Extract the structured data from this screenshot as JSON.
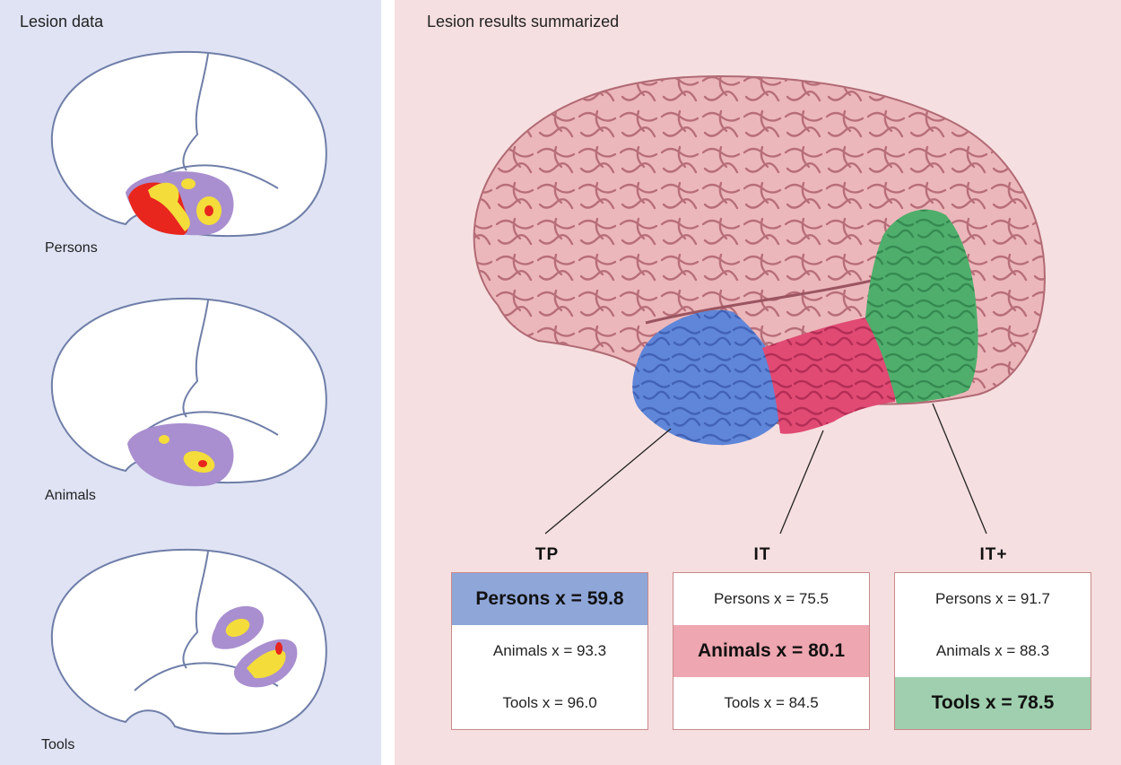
{
  "left_panel": {
    "title": "Lesion data",
    "brains": [
      {
        "label": "Persons"
      },
      {
        "label": "Animals"
      },
      {
        "label": "Tools"
      }
    ]
  },
  "right_panel": {
    "title": "Lesion results summarized",
    "regions": [
      {
        "name": "TP",
        "color": "#8fa6d8",
        "rows": [
          {
            "text": "Persons x = 59.8",
            "highlight": true
          },
          {
            "text": "Animals x = 93.3",
            "highlight": false
          },
          {
            "text": "Tools x = 96.0",
            "highlight": false
          }
        ]
      },
      {
        "name": "IT",
        "color": "#eea6b0",
        "rows": [
          {
            "text": "Persons x = 75.5",
            "highlight": false
          },
          {
            "text": "Animals x = 80.1",
            "highlight": true
          },
          {
            "text": "Tools x = 84.5",
            "highlight": false
          }
        ]
      },
      {
        "name": "IT+",
        "color": "#9fcfae",
        "rows": [
          {
            "text": "Persons x = 91.7",
            "highlight": false
          },
          {
            "text": "Animals x = 88.3",
            "highlight": false
          },
          {
            "text": "Tools x = 78.5",
            "highlight": true
          }
        ]
      }
    ]
  },
  "colors": {
    "left_background": "#dfe3f4",
    "right_background": "#f6dfe0",
    "brain_outline": "#6f7ea8",
    "lesion_purple": "#a98fcf",
    "lesion_yellow": "#f4dc3a",
    "lesion_red": "#e8261e",
    "tp_blue": "#5f86d8",
    "it_pink": "#e04a73",
    "itplus_green": "#4fae6c",
    "cortex_pink": "#e8a8ac"
  }
}
